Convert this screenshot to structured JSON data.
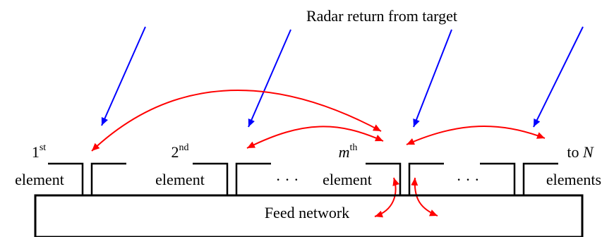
{
  "diagram": {
    "title": "Radar return from target",
    "feed_label": "Feed network",
    "dots": "· · ·",
    "elements": [
      {
        "base": "1",
        "sup": "st",
        "sub": "element"
      },
      {
        "base": "2",
        "sup": "nd",
        "sub": "element"
      },
      {
        "base": "m",
        "sup": "th",
        "sub": "element"
      },
      {
        "base": "to ",
        "italic": "N",
        "sub": "elements"
      }
    ],
    "colors": {
      "incoming": "#0000ff",
      "coupling": "#ff0000",
      "structure": "#000000"
    }
  }
}
